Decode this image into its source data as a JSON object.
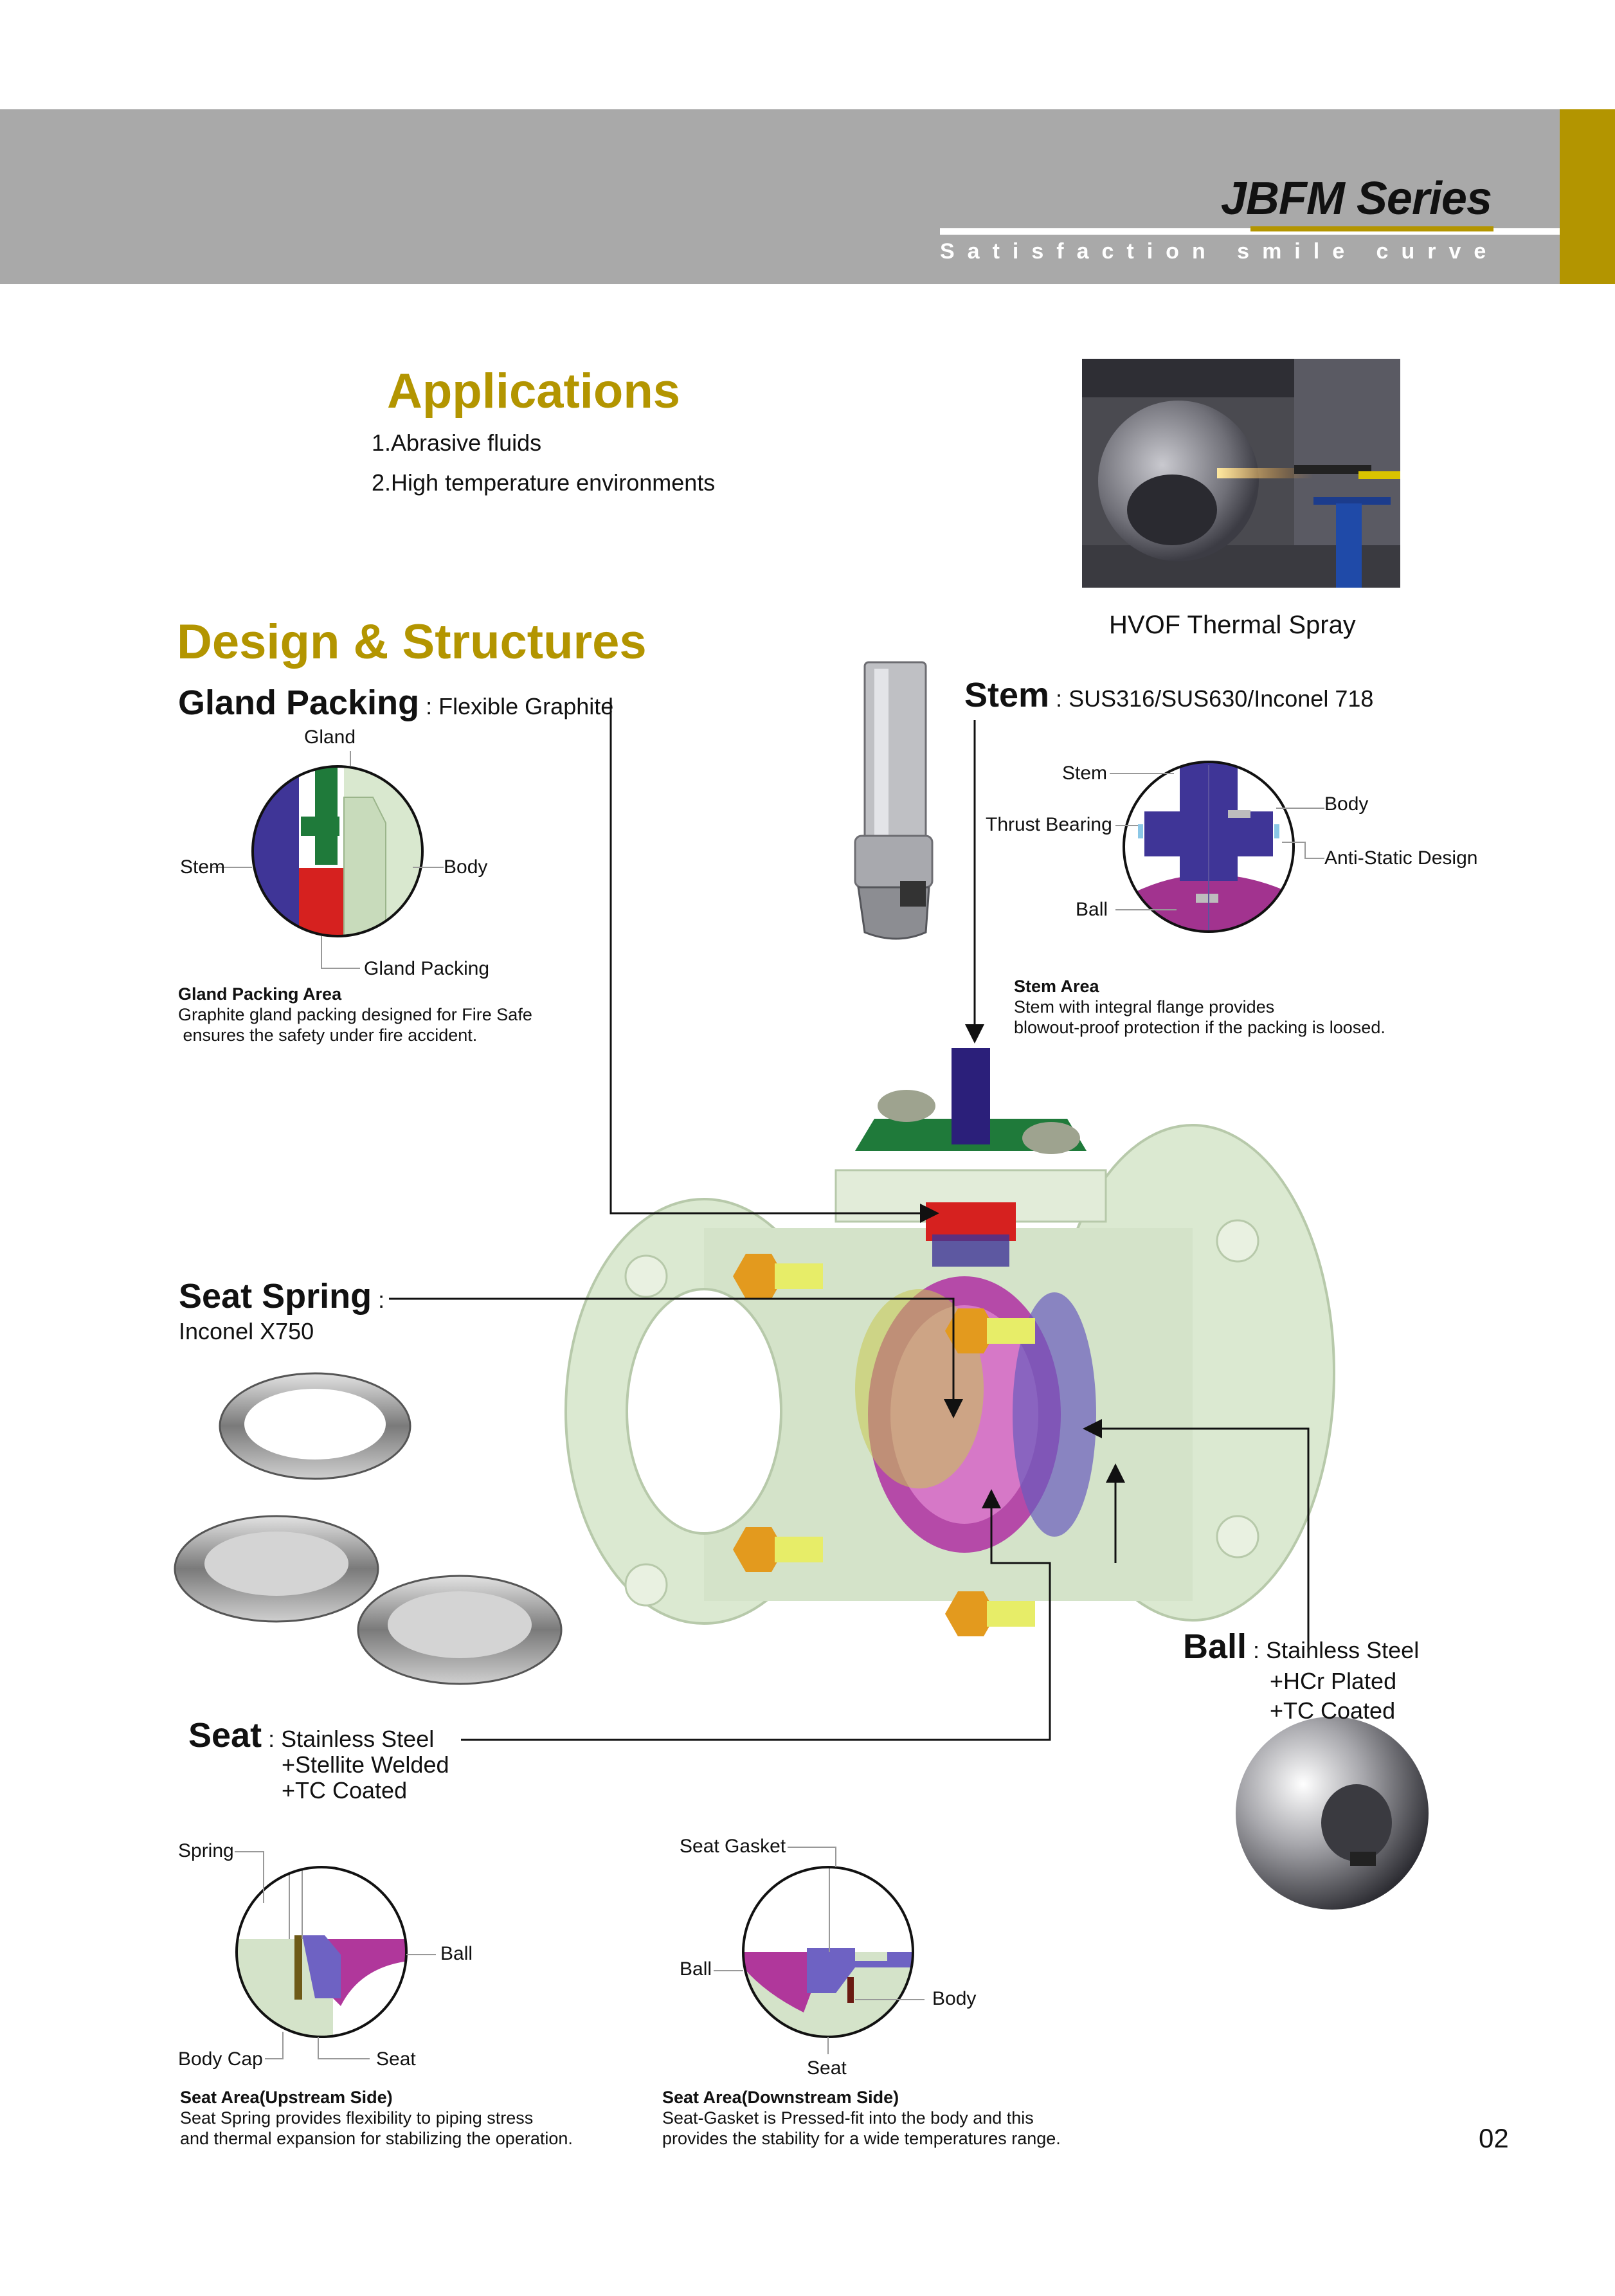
{
  "header": {
    "series_title": "JBFM Series",
    "subtitle": "Satisfaction smile curve",
    "gray": "#a9a9a9",
    "accent": "#b39500"
  },
  "applications": {
    "title": "Applications",
    "items": [
      "1.Abrasive  fluids",
      "2.High temperature environments"
    ]
  },
  "photo": {
    "caption": "HVOF Thermal Spray"
  },
  "design": {
    "title": "Design & Structures",
    "gland_packing": {
      "name": "Gland Packing",
      "sep": " : ",
      "material": "Flexible Graphite",
      "labels": {
        "gland": "Gland",
        "stem": "Stem",
        "body": "Body",
        "packing": "Gland Packing"
      },
      "area_title": "Gland Packing Area",
      "area_text": [
        "Graphite gland packing designed for Fire Safe",
        " ensures the safety under fire accident."
      ]
    },
    "stem": {
      "name": "Stem",
      "sep": " : ",
      "material": "SUS316/SUS630/Inconel  718",
      "labels": {
        "stem": "Stem",
        "thrust": "Thrust Bearing",
        "ball": "Ball",
        "body": "Body",
        "antistatic": "Anti-Static Design"
      },
      "area_title": "Stem Area",
      "area_text": [
        "Stem with integral flange provides",
        "blowout-proof protection if the packing is loosed."
      ]
    },
    "seat_spring": {
      "name": "Seat Spring",
      "sep": " :",
      "material": "Inconel X750"
    },
    "ball": {
      "name": "Ball",
      "sep": " : ",
      "material": [
        "Stainless Steel",
        "+HCr Plated",
        "+TC Coated"
      ]
    },
    "seat": {
      "name": "Seat",
      "sep": " : ",
      "material": [
        "Stainless Steel",
        "+Stellite Welded",
        "+TC Coated"
      ]
    },
    "seat_upstream": {
      "labels": {
        "spring": "Spring",
        "ball": "Ball",
        "bodycap": "Body Cap",
        "seat": "Seat"
      },
      "area_title": "Seat Area(Upstream Side)",
      "area_text": [
        "Seat Spring provides flexibility to piping stress",
        "and thermal expansion for stabilizing the operation."
      ]
    },
    "seat_downstream": {
      "labels": {
        "gasket": "Seat Gasket",
        "ball": "Ball",
        "body": "Body",
        "seat": "Seat"
      },
      "area_title": "Seat Area(Downstream Side)",
      "area_text": [
        "Seat-Gasket is Pressed-fit into the body and this",
        "provides the stability for a wide temperatures range."
      ]
    }
  },
  "page_number": "02"
}
